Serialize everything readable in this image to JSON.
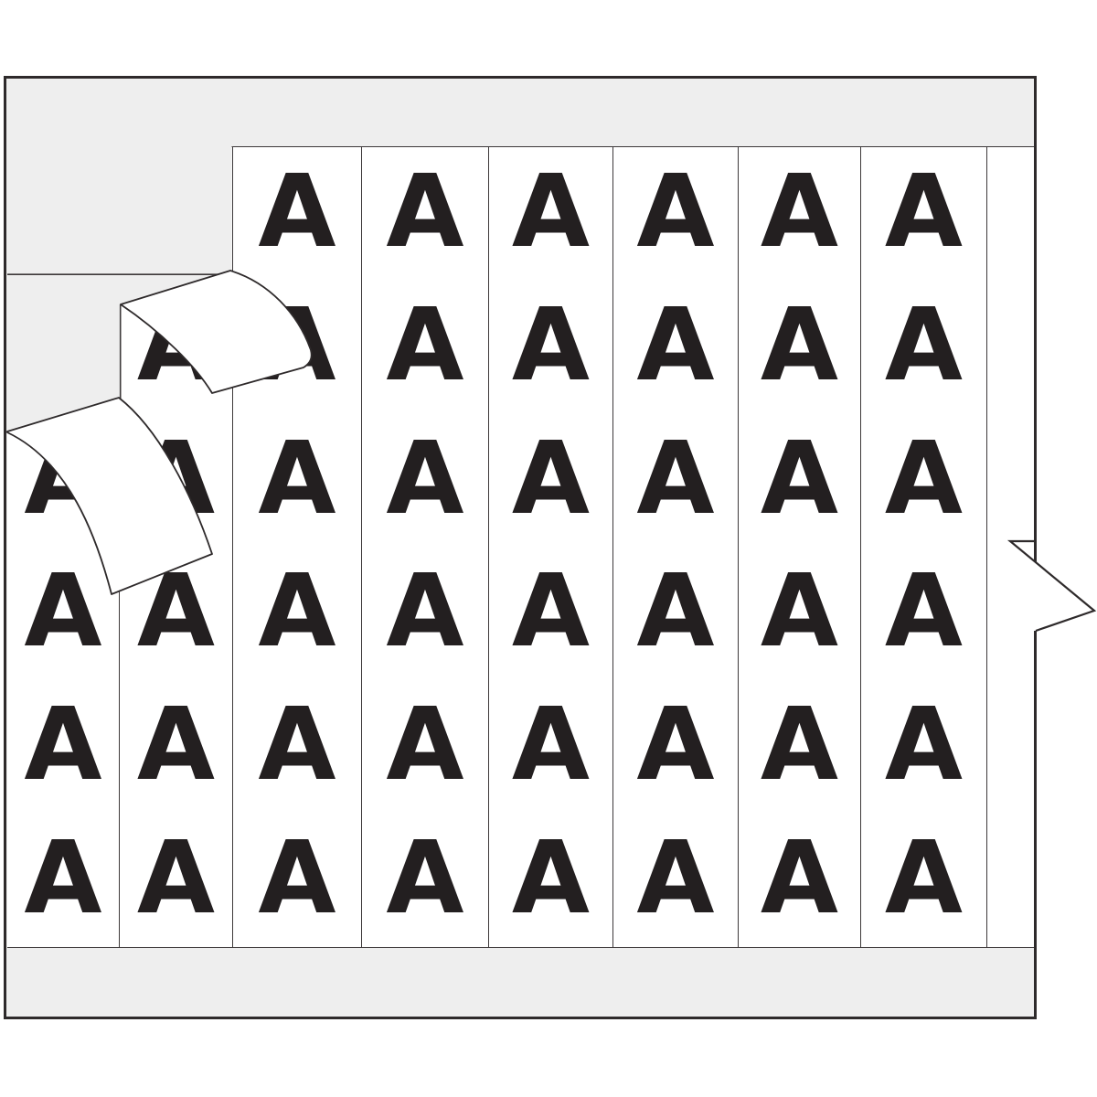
{
  "sheet": {
    "letter": "A",
    "strips_with_letters": 8,
    "letters_per_strip": 6,
    "has_blank_end_strip": true,
    "peeled_label_count": 2
  },
  "colors": {
    "card_liner": "#eeeeee",
    "outline": "#2e2a2b",
    "letter_ink": "#231f20",
    "strip_white": "#ffffff",
    "separator": "#3d393a",
    "page_background": "#ffffff"
  }
}
